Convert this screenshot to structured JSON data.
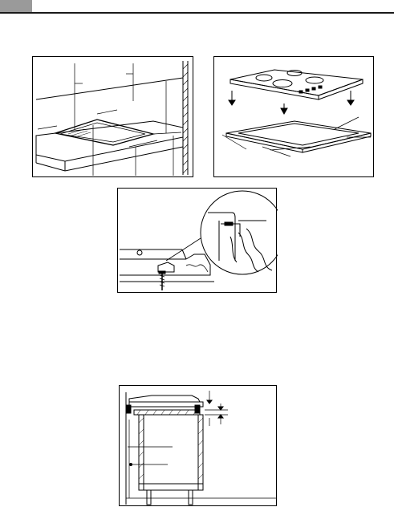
{
  "page": {
    "header": {
      "tab_color": "#9a9a9a",
      "rule_color": "#1a1a1a"
    },
    "figures": [
      {
        "id": "countertop-cutout",
        "icon": "countertop-cutout-diagram"
      },
      {
        "id": "hob-seal-placement",
        "icon": "hob-seal-diagram"
      },
      {
        "id": "fixing-clamp-detail",
        "icon": "fixing-clamp-diagram"
      },
      {
        "id": "cabinet-cross-section",
        "icon": "cabinet-section-diagram"
      }
    ]
  }
}
